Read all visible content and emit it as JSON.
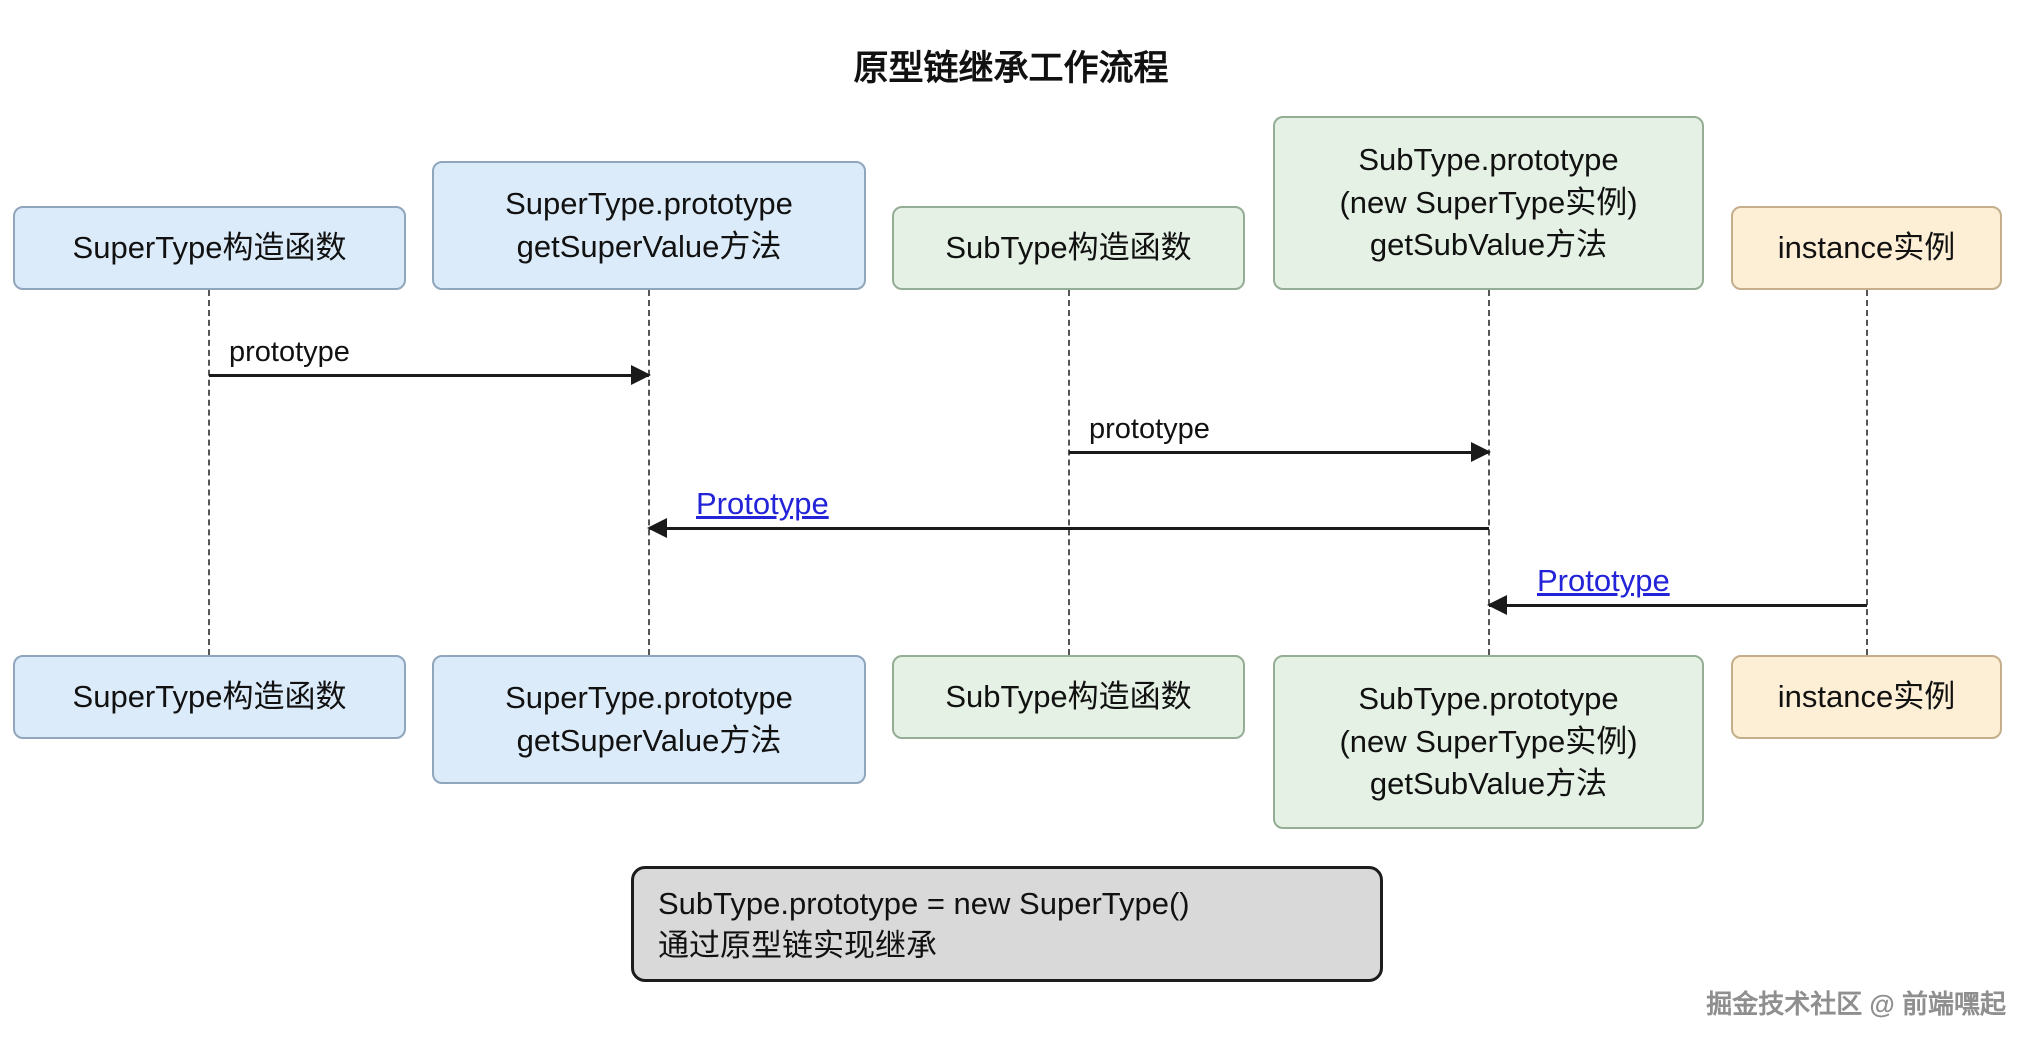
{
  "title": "原型链继承工作流程",
  "colors": {
    "box_blue_fill": "#dcebf9",
    "box_green_fill": "#e4f1e4",
    "box_orange_fill": "#fdeed6",
    "note_fill": "#d9d9d9",
    "link_blue": "#2323d8",
    "arrow_black": "#1a1a1a"
  },
  "actors": {
    "top": [
      {
        "lines": [
          "SuperType构造函数"
        ]
      },
      {
        "lines": [
          "SuperType.prototype",
          "getSuperValue方法"
        ]
      },
      {
        "lines": [
          "SubType构造函数"
        ]
      },
      {
        "lines": [
          "SubType.prototype",
          "(new SuperType实例)",
          "getSubValue方法"
        ]
      },
      {
        "lines": [
          "instance实例"
        ]
      }
    ],
    "bottom": [
      {
        "lines": [
          "SuperType构造函数"
        ]
      },
      {
        "lines": [
          "SuperType.prototype",
          "getSuperValue方法"
        ]
      },
      {
        "lines": [
          "SubType构造函数"
        ]
      },
      {
        "lines": [
          "SubType.prototype",
          "(new SuperType实例)",
          "getSubValue方法"
        ]
      },
      {
        "lines": [
          "instance实例"
        ]
      }
    ]
  },
  "arrows": [
    {
      "label": "prototype",
      "style": "plain",
      "direction": "right"
    },
    {
      "label": "prototype",
      "style": "plain",
      "direction": "right"
    },
    {
      "label": "Prototype",
      "style": "link",
      "direction": "left"
    },
    {
      "label": "Prototype",
      "style": "link",
      "direction": "left"
    }
  ],
  "note": {
    "line1": "SubType.prototype = new SuperType()",
    "line2": "通过原型链实现继承"
  },
  "watermark": "掘金技术社区 @ 前端嘿起"
}
